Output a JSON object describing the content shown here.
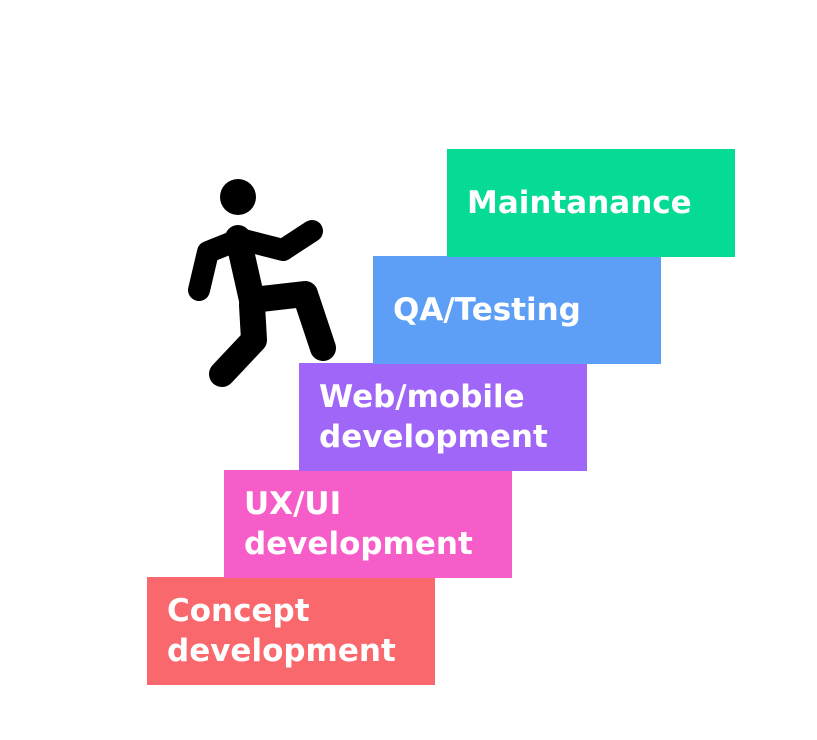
{
  "steps": [
    {
      "label": "Concept\ndevelopment",
      "color": "#f9686c"
    },
    {
      "label": "UX/UI\ndevelopment",
      "color": "#f75dc8"
    },
    {
      "label": "Web/mobile\ndevelopment",
      "color": "#a066f7"
    },
    {
      "label": "QA/Testing",
      "color": "#5d9ff6"
    },
    {
      "label": "Maintanance",
      "color": "#06db96"
    }
  ],
  "figure": {
    "icon": "person-climbing-stairs-icon",
    "color": "#000000"
  }
}
